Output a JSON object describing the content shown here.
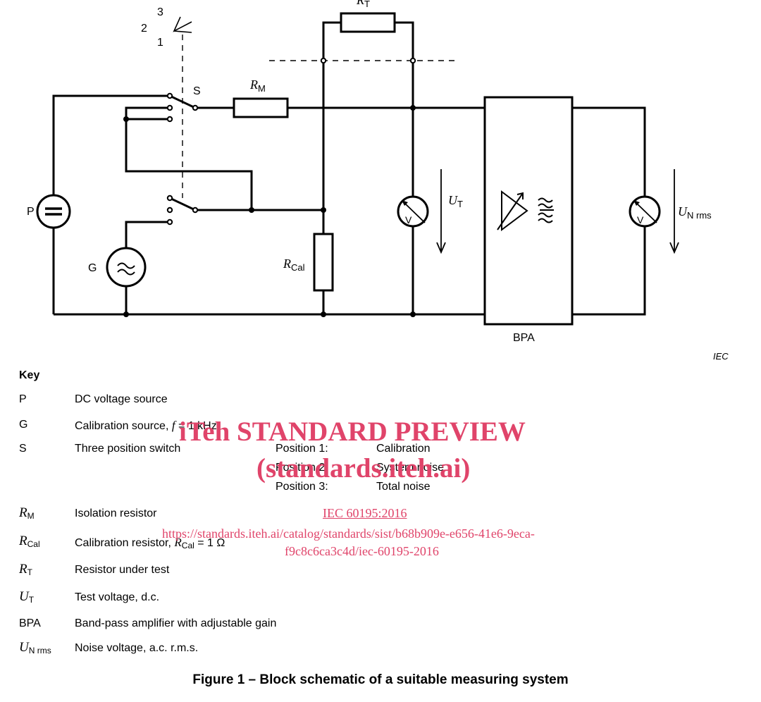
{
  "diagram": {
    "switch_positions": [
      "3",
      "2",
      "1"
    ],
    "labels": {
      "S": "S",
      "P": "P",
      "G": "G",
      "BPA": "BPA",
      "R_M": "R",
      "R_M_sub": "M",
      "R_T": "R",
      "R_T_sub": "T",
      "R_Cal": "R",
      "R_Cal_sub": "Cal",
      "U_T": "U",
      "U_T_sub": "T",
      "U_N": "U",
      "U_N_sub": "N rms",
      "voltmeter_letter": "V",
      "credit": "IEC"
    }
  },
  "key": {
    "title": "Key",
    "entries": [
      {
        "symbol": "P",
        "description": "DC voltage source"
      },
      {
        "symbol": "G",
        "description": "Calibration source, f = 1 kHz"
      },
      {
        "symbol": "S",
        "description": "Three position switch"
      },
      {
        "symbol": "R_M",
        "description": "Isolation resistor"
      },
      {
        "symbol": "R_Cal",
        "description": "Calibration resistor, R_Cal = 1 Ω"
      },
      {
        "symbol": "R_T",
        "description": "Resistor under test"
      },
      {
        "symbol": "U_T",
        "description": "Test voltage, d.c."
      },
      {
        "symbol": "BPA",
        "description": "Band-pass amplifier with adjustable gain"
      },
      {
        "symbol": "U_N rms",
        "description": "Noise voltage, a.c. r.m.s."
      }
    ],
    "positions": [
      {
        "label": "Position 1:",
        "value": "Calibration"
      },
      {
        "label": "Position 2:",
        "value": "System noise"
      },
      {
        "label": "Position 3:",
        "value": "Total noise"
      }
    ]
  },
  "key_text": {
    "P": "P",
    "G": "G",
    "S": "S",
    "BPA": "BPA",
    "R": "R",
    "U": "U",
    "sub_M": "M",
    "sub_Cal": "Cal",
    "sub_T": "T",
    "sub_Nrms": "N rms",
    "desc_P": "DC voltage source",
    "desc_G_pre": "Calibration source, ",
    "desc_G_f": "f",
    "desc_G_post": " = 1 kHz",
    "desc_S": "Three position switch",
    "desc_RM": "Isolation resistor",
    "desc_RCal_pre": "Calibration resistor, ",
    "desc_RCal_post": " = 1 Ω",
    "desc_RT": "Resistor under test",
    "desc_UT": "Test voltage, d.c.",
    "desc_BPA": "Band-pass amplifier with adjustable gain",
    "desc_UN": "Noise voltage, a.c. r.m.s.",
    "pos1_label": "Position 1:",
    "pos1_value": "Calibration",
    "pos2_label": "Position 2:",
    "pos2_value": "System noise",
    "pos3_label": "Position 3:",
    "pos3_value": "Total noise"
  },
  "caption": "Figure 1 – Block schematic of a suitable measuring system",
  "watermark": {
    "line1": "iTeh STANDARD PREVIEW",
    "line2": "(standards.iteh.ai)",
    "line3": "IEC 60195:2016",
    "line4": "https://standards.iteh.ai/catalog/standards/sist/b68b909e-e656-41e6-9eca-",
    "line5": "f9c8c6ca3c4d/iec-60195-2016"
  },
  "colors": {
    "line": "#000000",
    "watermark": "#e0446a"
  }
}
